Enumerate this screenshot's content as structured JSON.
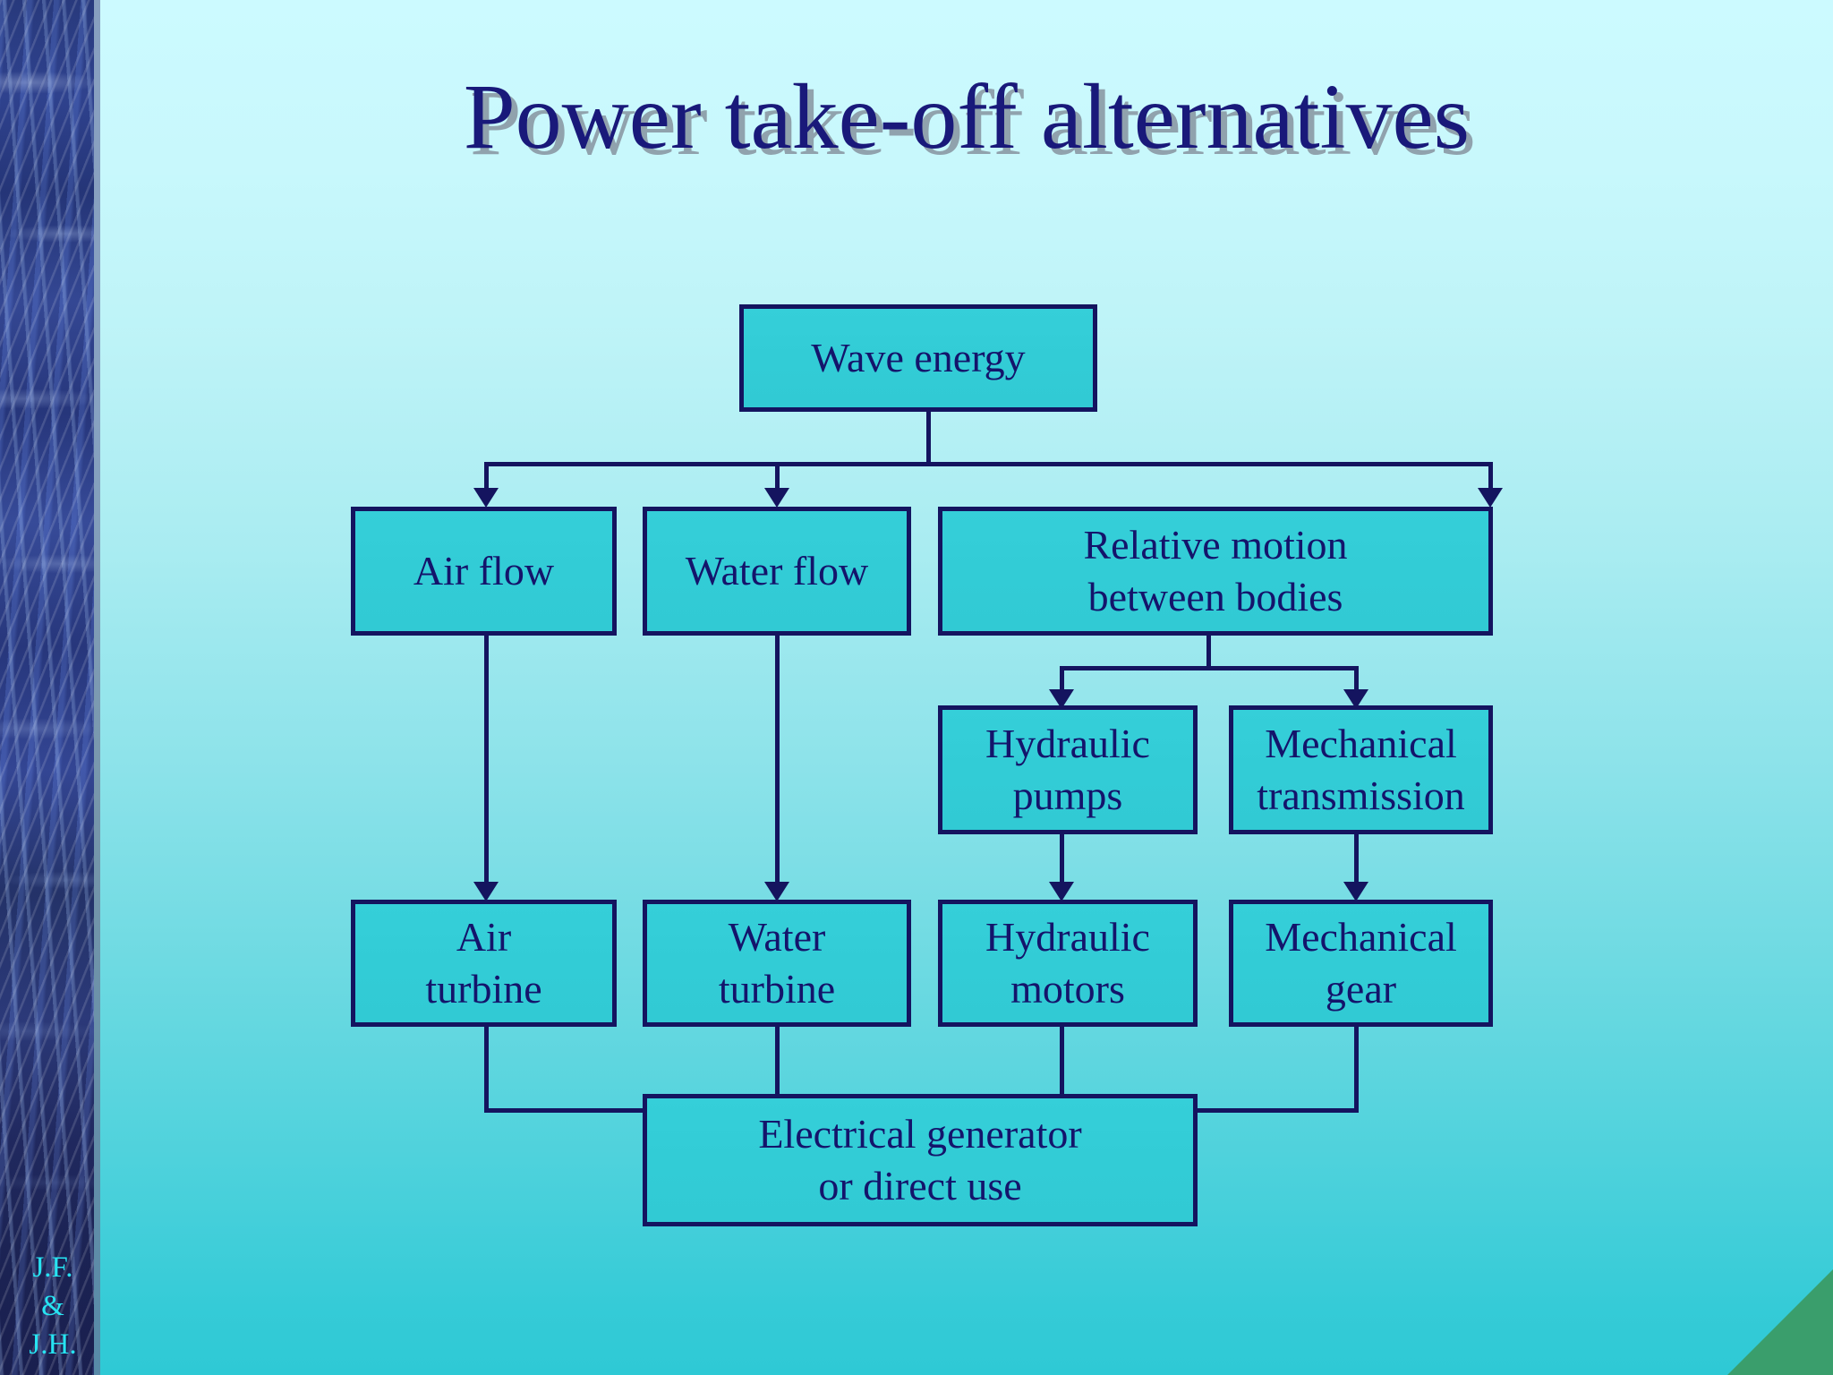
{
  "slide": {
    "title": "Power take-off alternatives",
    "credit_lines": [
      "J.F.",
      "&",
      "J.H."
    ],
    "colors": {
      "title_text": "#19197a",
      "box_fill": "#33ccd6",
      "box_border": "#14145f",
      "box_text": "#14146b",
      "background_top": "#ccfaff",
      "background_bottom": "#2ec9d5",
      "sidebar": "#2c3f86",
      "credit_text": "#27e4f2",
      "corner_triangle": "#3a9e6c"
    }
  },
  "diagram": {
    "type": "flowchart",
    "nodes": {
      "wave_energy": "Wave energy",
      "air_flow": "Air flow",
      "water_flow": "Water flow",
      "relative_motion_l1": "Relative motion",
      "relative_motion_l2": "between bodies",
      "hydraulic_pumps_l1": "Hydraulic",
      "hydraulic_pumps_l2": "pumps",
      "mechanical_transmission_l1": "Mechanical",
      "mechanical_transmission_l2": "transmission",
      "air_turbine_l1": "Air",
      "air_turbine_l2": "turbine",
      "water_turbine_l1": "Water",
      "water_turbine_l2": "turbine",
      "hydraulic_motors_l1": "Hydraulic",
      "hydraulic_motors_l2": "motors",
      "mechanical_gear_l1": "Mechanical",
      "mechanical_gear_l2": "gear",
      "electrical_generator_l1": "Electrical generator",
      "electrical_generator_l2": "or direct use"
    }
  }
}
